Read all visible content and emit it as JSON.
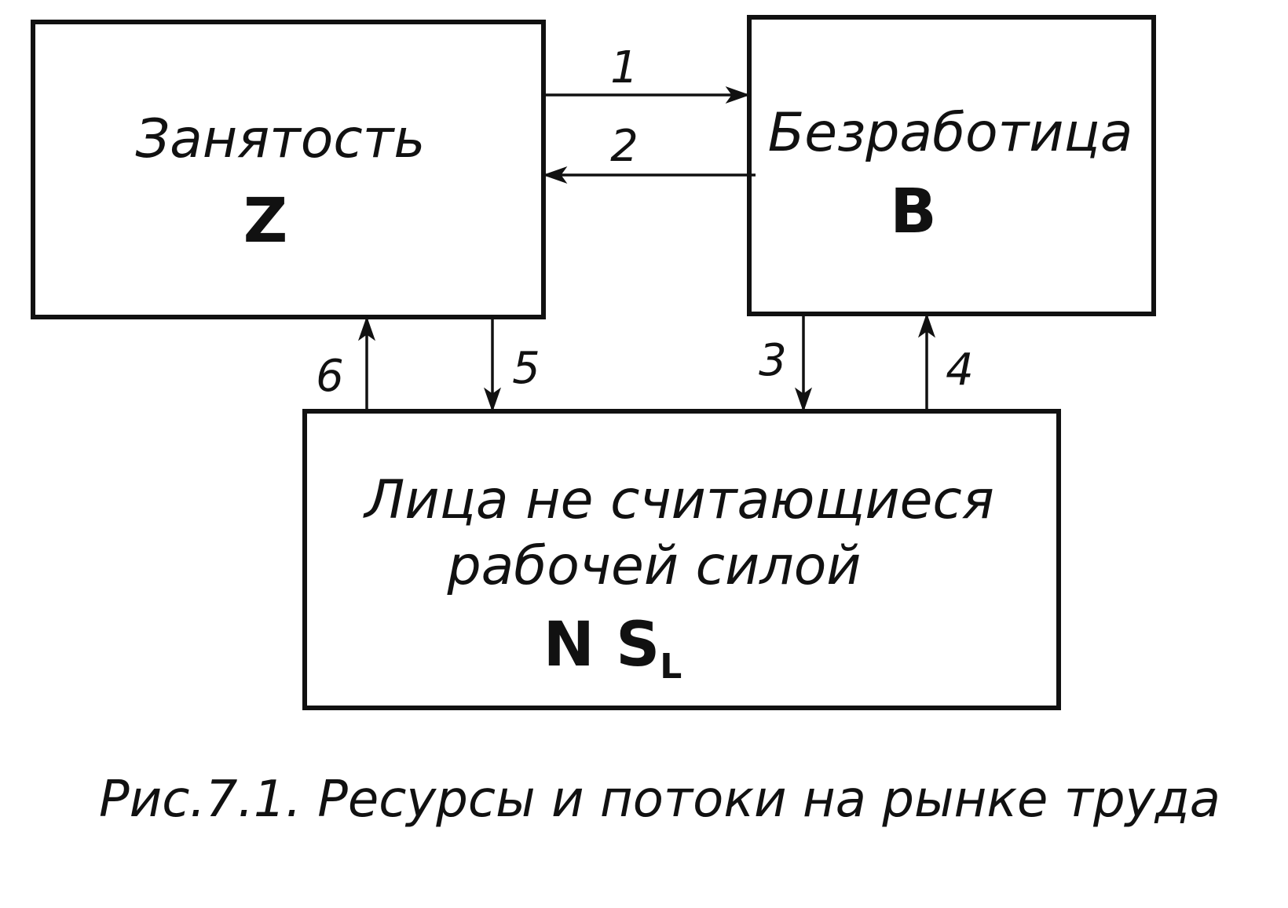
{
  "boxes": {
    "employment": {
      "title": "Занятость",
      "symbol": "Z"
    },
    "unemployment": {
      "title": "Безработица",
      "symbol": "B"
    },
    "not_in_labor_force": {
      "title_line1": "Лица не считающиеся",
      "title_line2": "рабочей силой",
      "symbol_main": "N S",
      "symbol_sub": "L"
    }
  },
  "flows": [
    {
      "id": "1",
      "label": "1",
      "from": "employment",
      "to": "unemployment"
    },
    {
      "id": "2",
      "label": "2",
      "from": "unemployment",
      "to": "employment"
    },
    {
      "id": "3",
      "label": "3",
      "from": "unemployment",
      "to": "not_in_labor_force"
    },
    {
      "id": "4",
      "label": "4",
      "from": "not_in_labor_force",
      "to": "unemployment"
    },
    {
      "id": "5",
      "label": "5",
      "from": "employment",
      "to": "not_in_labor_force"
    },
    {
      "id": "6",
      "label": "6",
      "from": "not_in_labor_force",
      "to": "employment"
    }
  ],
  "caption": "Рис.7.1.  Ресурсы и потоки на рынке труда"
}
